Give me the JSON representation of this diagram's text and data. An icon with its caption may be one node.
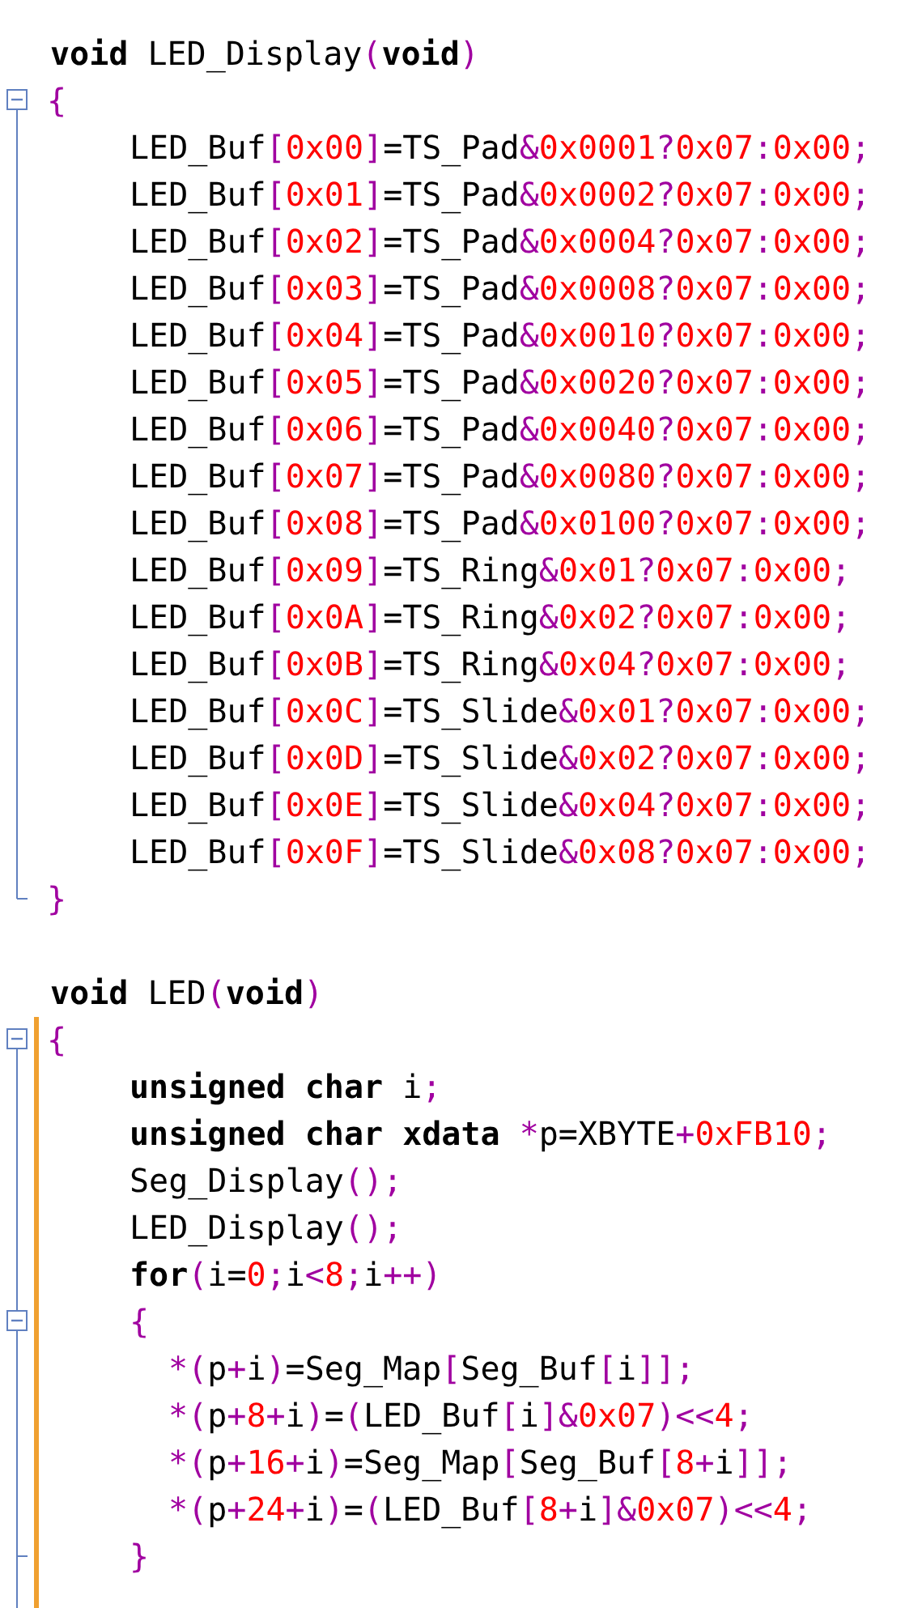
{
  "diagram": {
    "labels": [
      "**void** LED_Display(**void**)",
      "{",
      "LED_Buf[0x00]=TS_Pad&0x0001?0x07:0x00;",
      "LED_Buf[0x01]=TS_Pad&0x0002?0x07:0x00;",
      "LED_Buf[0x02]=TS_Pad&0x0004?0x07:0x00;",
      "LED_Buf[0x03]=TS_Pad&0x0008?0x07:0x00;",
      "LED_Buf[0x04]=TS_Pad&0x0010?0x07:0x00;",
      "LED_Buf[0x05]=TS_Pad&0x0020?0x07:0x00;",
      "LED_Buf[0x06]=TS_Pad&0x0040?0x07:0x00;",
      "LED_Buf[0x07]=TS_Pad&0x0080?0x07:0x00;",
      "LED_Buf[0x08]=TS_Pad&0x0100?0x07:0x00;",
      "LED_Buf[0x09]=TS_Ring&0x01?0x07:0x00;",
      "LED_Buf[0x0A]=TS_Ring&0x02?0x07:0x00;",
      "LED_Buf[0x0B]=TS_Ring&0x04?0x07:0x00;",
      "LED_Buf[0x0C]=TS_Slide&0x01?0x07:0x00;",
      "LED_Buf[0x0D]=TS_Slide&0x02?0x07:0x00;",
      "LED_Buf[0x0E]=TS_Slide&0x04?0x07:0x00;",
      "LED_Buf[0x0F]=TS_Slide&0x08?0x07:0x00;",
      "}",
      "**void** LED(**void**)",
      "{",
      "**unsigned char** i;",
      "**unsigned char xdata** *p=XBYTE+0xFB10;",
      "Seg_Display();",
      "LED_Display();",
      "**for**(i=0;i<8;i++)",
      "{",
      "*(p+i)=Seg_Map[Seg_Buf[i]];",
      "*(p+8+i)=(LED_Buf[i]&0x07)<<4;",
      "*(p+16+i)=Seg_Map[Seg_Buf[8+i]];",
      "*(p+24+i)=(LED_Buf[8+i]&0x07)<<4;",
      "}"
    ]
  }
}
